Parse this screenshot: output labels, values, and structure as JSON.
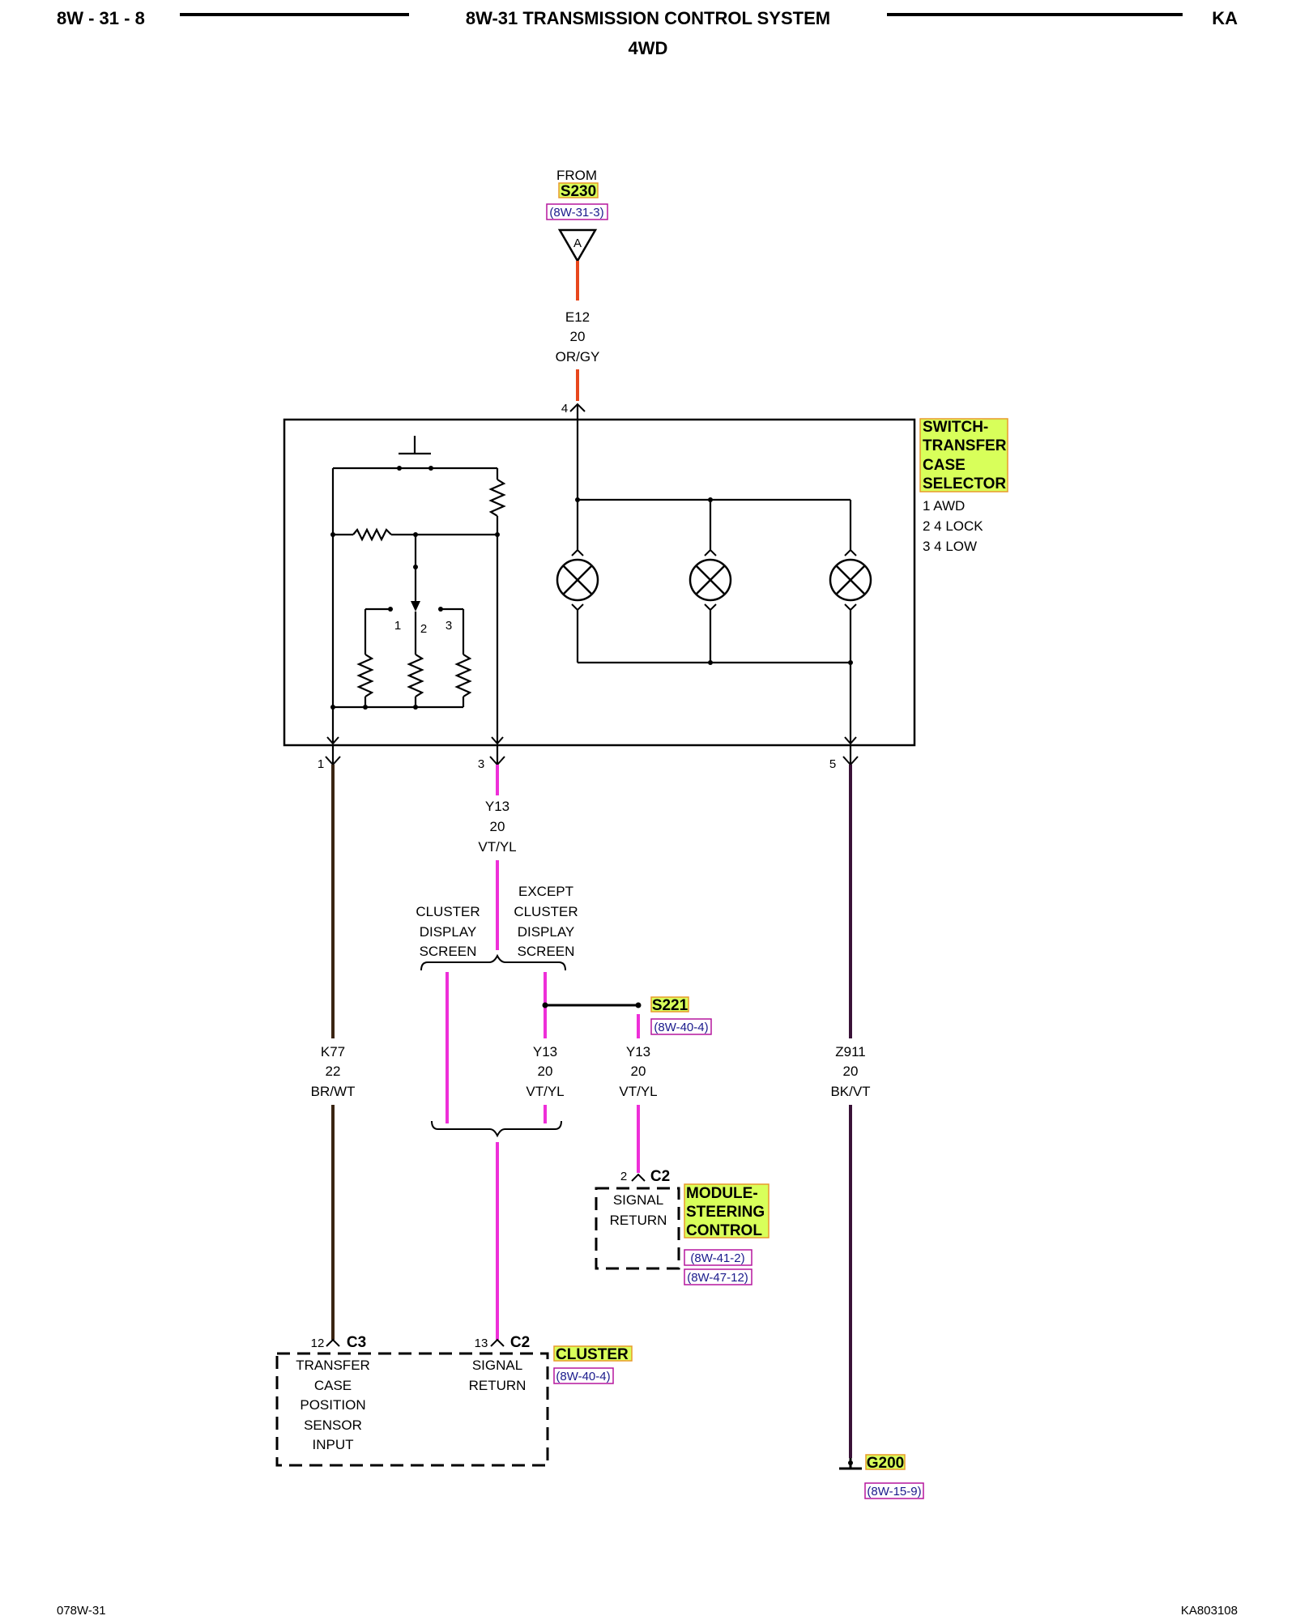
{
  "header": {
    "page_code": "8W - 31 - 8",
    "title": "8W-31 TRANSMISSION CONTROL SYSTEM",
    "subtitle": "4WD",
    "model": "KA"
  },
  "footer": {
    "left_code": "078W-31",
    "right_code": "KA803108"
  },
  "source": {
    "from_label": "FROM",
    "splice": "S230",
    "ref": "(8W-31-3)",
    "connector_letter": "A"
  },
  "wires": {
    "e12": {
      "circuit": "E12",
      "gauge": "20",
      "color": "OR/GY"
    },
    "y13_main": {
      "circuit": "Y13",
      "gauge": "20",
      "color": "VT/YL"
    },
    "y13_branch": {
      "circuit": "Y13",
      "gauge": "20",
      "color": "VT/YL"
    },
    "y13_s221": {
      "circuit": "Y13",
      "gauge": "20",
      "color": "VT/YL"
    },
    "k77": {
      "circuit": "K77",
      "gauge": "22",
      "color": "BR/WT"
    },
    "z911": {
      "circuit": "Z911",
      "gauge": "20",
      "color": "BK/VT"
    }
  },
  "wire_colors": {
    "e12": "#e8471d",
    "y13": "#ee2fd8",
    "k77": "#3a2412",
    "z911": "#3a1238"
  },
  "switch": {
    "name_lines": [
      "SWITCH-",
      "TRANSFER",
      "CASE",
      "SELECTOR"
    ],
    "positions": [
      "1 AWD",
      "2 4 LOCK",
      "3 4 LOW"
    ],
    "pin_top": "4",
    "pin_1": "1",
    "pin_3": "3",
    "pin_5": "5",
    "contact_labels": [
      "1",
      "2",
      "3"
    ]
  },
  "options": {
    "cluster_display": [
      "CLUSTER",
      "DISPLAY",
      "SCREEN"
    ],
    "except_cluster_display": [
      "EXCEPT",
      "CLUSTER",
      "DISPLAY",
      "SCREEN"
    ]
  },
  "splice_s221": {
    "name": "S221",
    "ref": "(8W-40-4)"
  },
  "steering_module": {
    "pin": "2",
    "connector": "C2",
    "function_lines": [
      "SIGNAL",
      "RETURN"
    ],
    "name_lines": [
      "MODULE-",
      "STEERING",
      "CONTROL"
    ],
    "refs": [
      "(8W-41-2)",
      "(8W-47-12)"
    ]
  },
  "cluster": {
    "name": "CLUSTER",
    "ref": "(8W-40-4)",
    "c3_pin": "12",
    "c3_connector": "C3",
    "c2_pin": "13",
    "c2_connector": "C2",
    "c3_function_lines": [
      "TRANSFER",
      "CASE",
      "POSITION",
      "SENSOR",
      "INPUT"
    ],
    "c2_function_lines": [
      "SIGNAL",
      "RETURN"
    ]
  },
  "ground": {
    "name": "G200",
    "ref": "(8W-15-9)"
  }
}
